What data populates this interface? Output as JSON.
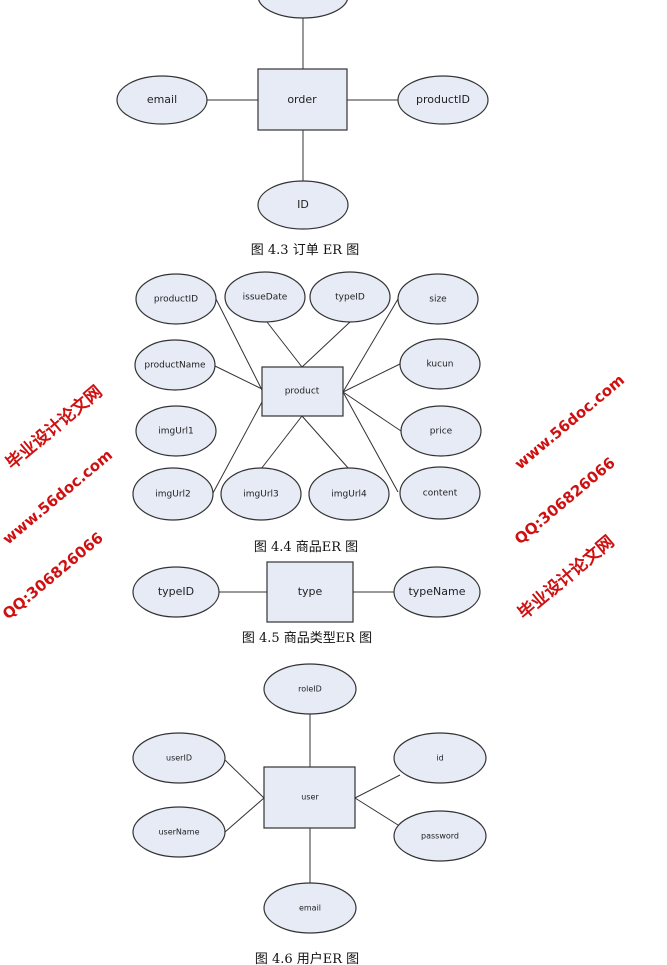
{
  "order_diagram": {
    "entity": "order",
    "attributes": [
      "email",
      "productID",
      "ID"
    ],
    "caption": "图 4.3 订单 ER 图"
  },
  "product_diagram": {
    "entity": "product",
    "attributes": [
      "productID",
      "issueDate",
      "typeID",
      "size",
      "productName",
      "kucun",
      "imgUrl1",
      "price",
      "imgUrl2",
      "imgUrl3",
      "imgUrl4",
      "content"
    ],
    "caption": "图 4.4 商品ER 图"
  },
  "type_diagram": {
    "entity": "type",
    "attributes": [
      "typeID",
      "typeName"
    ],
    "caption": "图 4.5 商品类型ER 图"
  },
  "user_diagram": {
    "entity": "user",
    "attributes": [
      "roleID",
      "userID",
      "id",
      "userName",
      "password",
      "email"
    ],
    "caption": "图 4.6 用户ER 图"
  },
  "watermark": {
    "site": "www.56doc.com",
    "qq": "QQ:306826066",
    "name": "毕业设计论文网"
  }
}
